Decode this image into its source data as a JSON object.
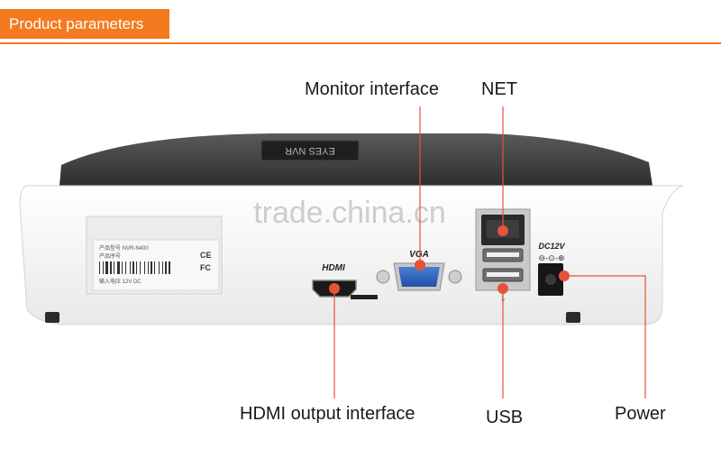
{
  "header": {
    "title": "Product parameters"
  },
  "watermark": "trade.china.cn",
  "device": {
    "top_logo_text": "EYES NVR",
    "sticker": {
      "line1": "产品型号  NVR-N400",
      "line2": "产品序号",
      "line3": "输入电压  12V  DC",
      "ce_mark": "CE",
      "fc_mark": "FC"
    },
    "port_labels": {
      "hdmi": "HDMI",
      "vga": "VGA",
      "dc": "DC12V"
    }
  },
  "callouts": {
    "monitor": "Monitor interface",
    "net": "NET",
    "hdmi": "HDMI output interface",
    "usb": "USB",
    "power": "Power"
  },
  "colors": {
    "accent": "#f47a1f",
    "callout_line": "#e8523a"
  }
}
